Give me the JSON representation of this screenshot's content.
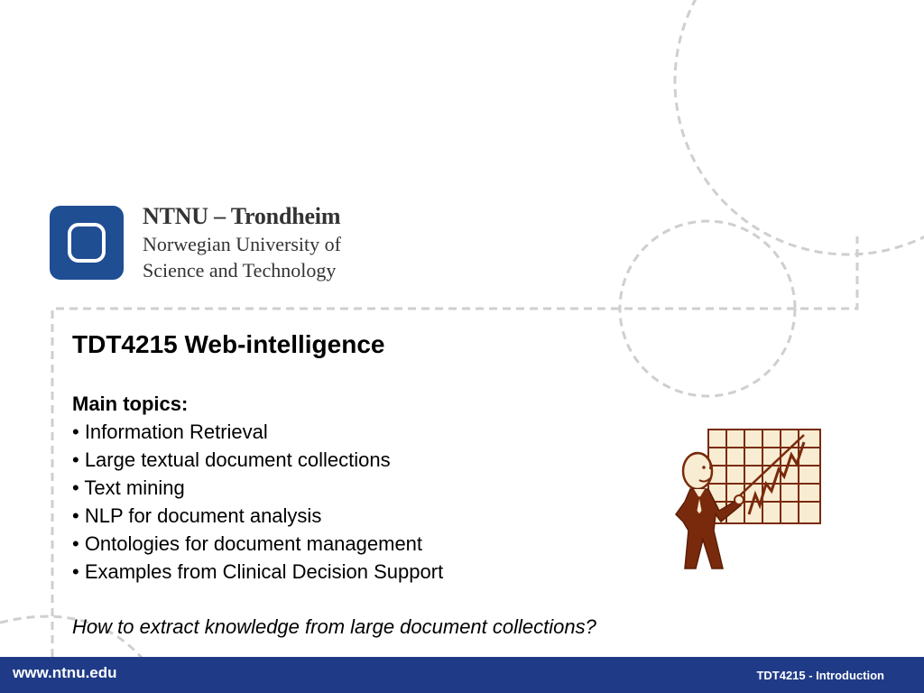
{
  "institution": {
    "title": "NTNU – Trondheim",
    "line1": "Norwegian University of",
    "line2": "Science and Technology"
  },
  "slide": {
    "title": "TDT4215 Web-intelligence",
    "topics_heading": "Main topics:",
    "topics": [
      "• Information Retrieval",
      "• Large textual document collections",
      "• Text mining",
      "• NLP for document analysis",
      "• Ontologies for document management",
      "• Examples from Clinical Decision Support"
    ],
    "question": "How to extract knowledge from large document collections?"
  },
  "footer": {
    "url": "www.ntnu.edu",
    "slide_label": "TDT4215 - Introduction"
  },
  "colors": {
    "brand_blue": "#1f4e93",
    "footer_blue": "#1f3b87",
    "dashed_lines": "#cfcfcf",
    "clipart_brown": "#7a2a0c",
    "clipart_chart_bg": "#f8ecd2"
  },
  "icons": {
    "logo": "ntnu-logo-icon",
    "clipart": "presenter-with-rising-chart-icon"
  }
}
